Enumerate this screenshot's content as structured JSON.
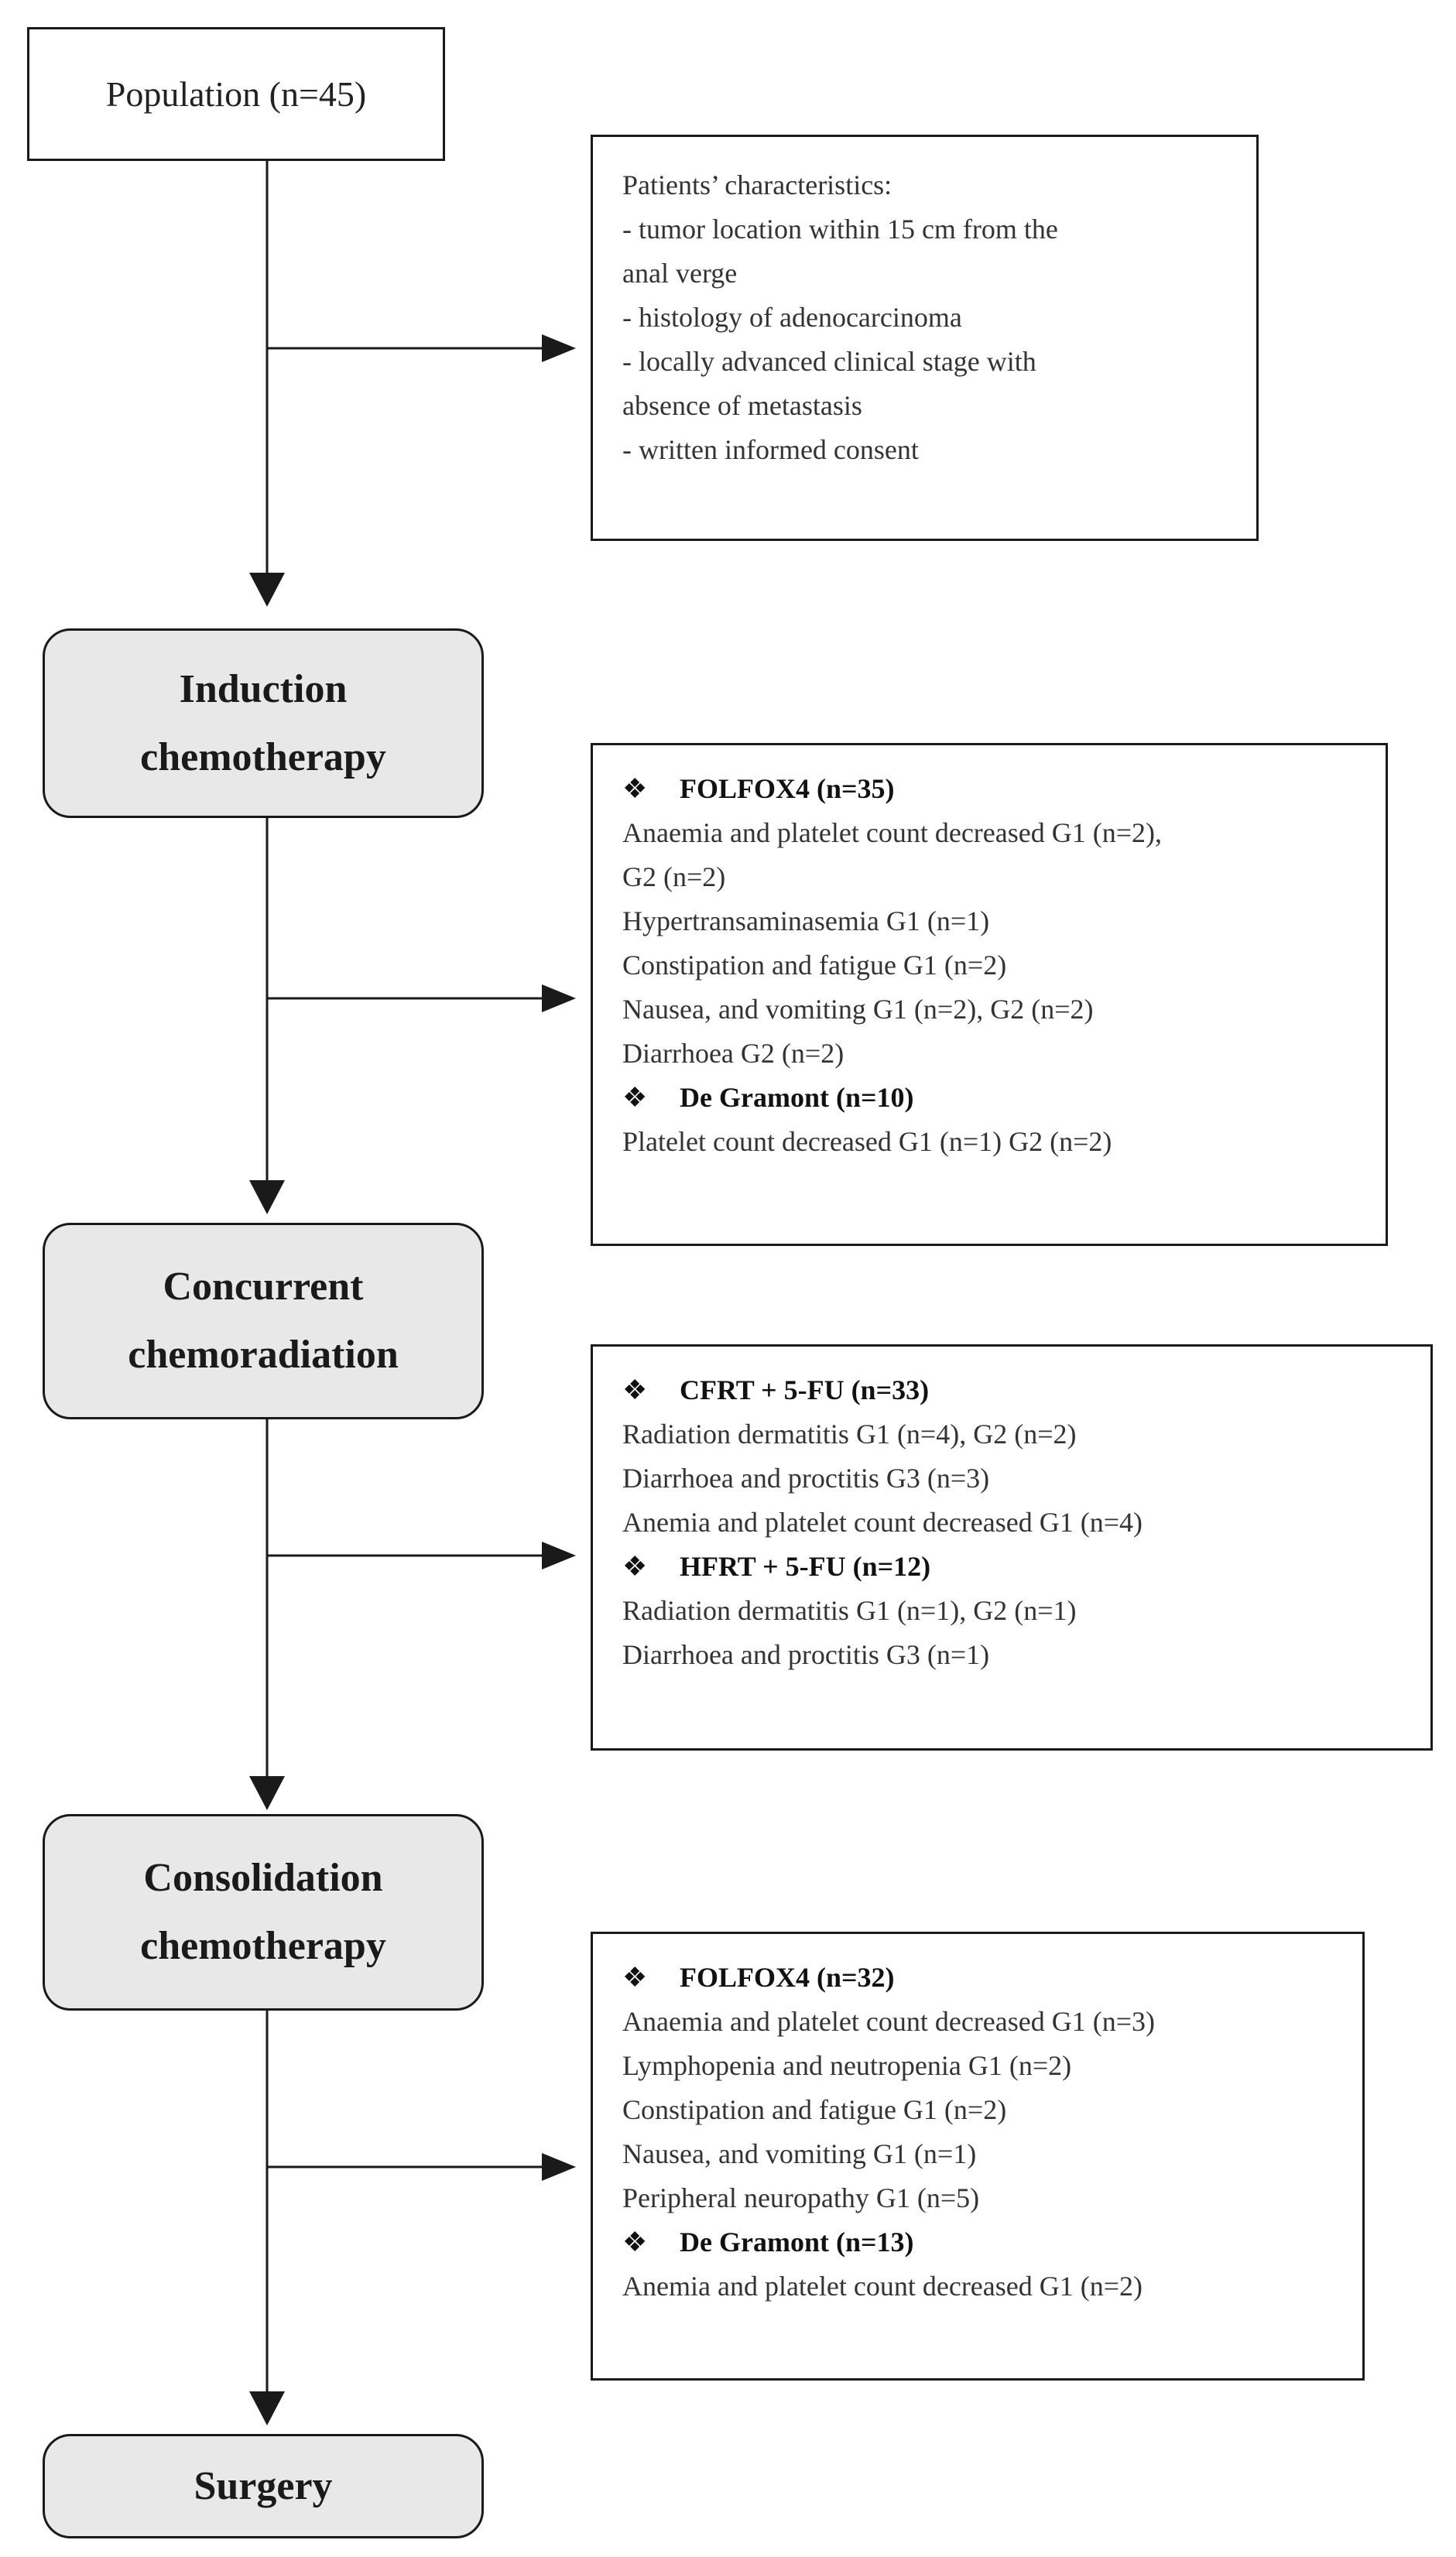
{
  "population": {
    "label": "Population (n=45)"
  },
  "characteristics": {
    "lines": [
      "Patients’ characteristics:",
      "- tumor location within 15 cm from the",
      "anal verge",
      "- histology of adenocarcinoma",
      "- locally advanced clinical stage with",
      "absence of metastasis",
      "- written informed consent"
    ]
  },
  "stages": {
    "induction": {
      "line1": "Induction",
      "line2": "chemotherapy"
    },
    "concurrent": {
      "line1": "Concurrent",
      "line2": "chemoradiation"
    },
    "consolidation": {
      "line1": "Consolidation",
      "line2": "chemotherapy"
    },
    "surgery": {
      "label": "Surgery"
    }
  },
  "induction_toxicity": {
    "groups": [
      {
        "bullet": "❖",
        "heading": "FOLFOX4 (n=35)",
        "items": [
          "Anaemia and platelet count decreased G1 (n=2),",
          "G2 (n=2)",
          "Hypertransaminasemia G1 (n=1)",
          "Constipation and fatigue G1 (n=2)",
          "Nausea, and vomiting G1 (n=2), G2 (n=2)",
          "Diarrhoea G2 (n=2)"
        ]
      },
      {
        "bullet": "❖",
        "heading": "De Gramont (n=10)",
        "items": [
          "Platelet count decreased G1 (n=1) G2 (n=2)"
        ]
      }
    ]
  },
  "concurrent_toxicity": {
    "groups": [
      {
        "bullet": "❖",
        "heading": "CFRT + 5-FU (n=33)",
        "items": [
          "Radiation dermatitis G1 (n=4), G2 (n=2)",
          "Diarrhoea and proctitis G3 (n=3)",
          "Anemia and platelet count decreased G1 (n=4)"
        ]
      },
      {
        "bullet": "❖",
        "heading": "HFRT + 5-FU (n=12)",
        "items": [
          "Radiation dermatitis G1 (n=1), G2 (n=1)",
          "Diarrhoea and proctitis G3 (n=1)"
        ]
      }
    ]
  },
  "consolidation_toxicity": {
    "groups": [
      {
        "bullet": "❖",
        "heading": "FOLFOX4 (n=32)",
        "items": [
          "Anaemia and platelet count decreased G1 (n=3)",
          "Lymphopenia and neutropenia G1 (n=2)",
          "Constipation and fatigue G1 (n=2)",
          "Nausea, and vomiting G1 (n=1)",
          "Peripheral neuropathy G1 (n=5)"
        ]
      },
      {
        "bullet": "❖",
        "heading": "De Gramont (n=13)",
        "items": [
          "Anemia and platelet count decreased G1 (n=2)"
        ]
      }
    ]
  }
}
